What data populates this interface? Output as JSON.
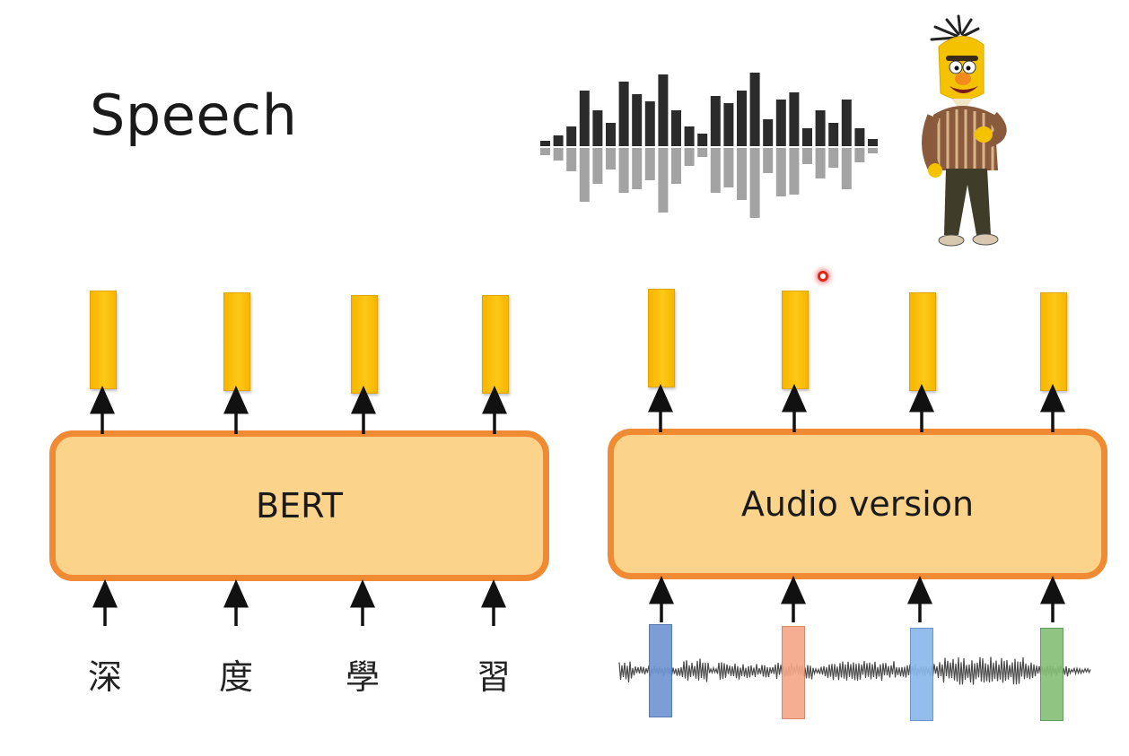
{
  "title": "Speech",
  "left_model": {
    "label": "BERT",
    "inputs": [
      "深",
      "度",
      "學",
      "習"
    ]
  },
  "right_model": {
    "label": "Audio version"
  },
  "colors": {
    "box_fill": "#fcd38a",
    "box_border": "#f08a33",
    "vector": "#ffc20e",
    "segments": [
      "#7096d4",
      "#f6a88a",
      "#8ab8ec",
      "#86bf78"
    ]
  },
  "icons": [
    "waveform-icon",
    "bert-character-icon",
    "audio-signal-icon",
    "laser-pointer-icon"
  ]
}
